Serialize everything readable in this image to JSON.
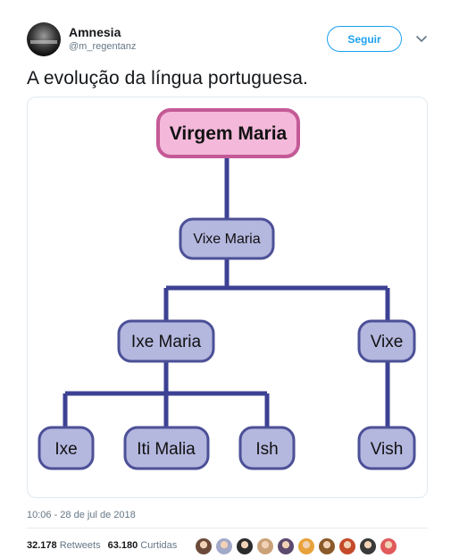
{
  "tweet": {
    "display_name": "Amnesia",
    "screen_name": "@m_regentanz",
    "follow_label": "Seguir",
    "text": "A evolução da língua portuguesa.",
    "timestamp": "10:06 - 28 de jul de 2018",
    "retweets_count": "32.178",
    "retweets_label": "Retweets",
    "likes_count": "63.180",
    "likes_label": "Curtidas",
    "liker_avatar_colors": [
      "#6b4a3a",
      "#a3a9c8",
      "#2b2b2b",
      "#caa27a",
      "#5c4a6e",
      "#e8a23a",
      "#8a5a2a",
      "#c44a2a",
      "#3a3a3a",
      "#e05a5a"
    ]
  },
  "diagram": {
    "root": "Virgem Maria",
    "level2": "Vixe Maria",
    "level3_left": "Ixe Maria",
    "level3_right": "Vixe",
    "leaf_ixe": "Ixe",
    "leaf_iti": "Iti Malia",
    "leaf_ish": "Ish",
    "leaf_vish": "Vish",
    "colors": {
      "root_fill": "#f3b8da",
      "root_stroke": "#c45a96",
      "node_fill": "#b4b7de",
      "node_stroke": "#4c5097",
      "line": "#3c4193"
    }
  }
}
